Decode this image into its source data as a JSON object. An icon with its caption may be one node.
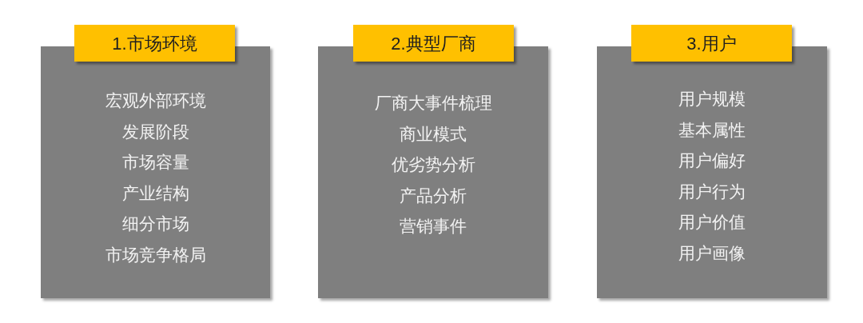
{
  "diagram": {
    "nodes": [
      {
        "text": [
          "1.市场环境"
        ]
      },
      {
        "text": [
          "宏观外部环境",
          "发展阶段",
          "市场容量",
          "产业结构",
          "细分市场",
          "市场竞争格局"
        ]
      },
      {
        "text": [
          "2.典型厂商"
        ]
      },
      {
        "text": [
          "厂商大事件梳理",
          "商业模式",
          "优劣势分析",
          "产品分析",
          "营销事件"
        ]
      },
      {
        "text": [
          "3.用户"
        ]
      },
      {
        "text": [
          "用户规模",
          "基本属性",
          "用户偏好",
          "用户行为",
          "用户价值",
          "用户画像"
        ]
      }
    ],
    "edges": []
  }
}
